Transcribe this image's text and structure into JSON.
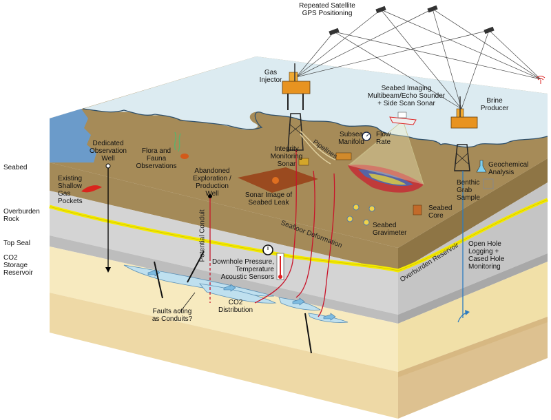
{
  "diagram": {
    "labels": {
      "gps": "Repeated Satellite\nGPS Positioning",
      "gas_injector": "Gas\nInjector",
      "seabed_imaging": "Seabed Imaging\nMultibeam/Echo Sounder\n+ Side Scan Sonar",
      "brine_producer": "Brine\nProducer",
      "subsea_manifold": "Subsea\nManifold",
      "flow_rate": "Flow\nRate",
      "pipelines": "Pipelines",
      "integrity_sonar": "Integrity\nMonitoring\nSonar",
      "observation_well": "Dedicated\nObservation\nWell",
      "flora_fauna": "Flora and\nFauna\nObservations",
      "abandoned_well": "Abandoned\nExploration /\nProduction\nWell",
      "geochemical": "Geochemical\nAnalysis",
      "benthic_grab": "Benthic\nGrab\nSample",
      "shallow_gas": "Existing\nShallow\nGas\nPockets",
      "sonar_image": "Sonar Image of\nSeabed Leak",
      "seabed_core": "Seabed\nCore",
      "seabed_gravimeter": "Seabed\nGravimeter",
      "seafloor_deformation": "Seafloor Deformation",
      "potential_conduit": "Potential Conduit",
      "downhole": "Downhole Pressure,\nTemperature\nAcoustic Sensors",
      "overburden_reservoir": "Overburden Reservoir",
      "open_hole": "Open Hole\nLogging +\nCased Hole\nMonitoring",
      "co2_distribution": "CO2\nDistribution",
      "faults": "Faults acting\nas Conduits?"
    },
    "side_labels": {
      "seabed": "Seabed",
      "overburden_rock": "Overburden\nRock",
      "top_seal": "Top Seal",
      "storage_reservoir": "CO2\nStorage\nReservoir"
    },
    "colors": {
      "sea": "#dcebf2",
      "sea_left": "#7aa6d0",
      "seabed": "#9b8150",
      "overburden": "#d2d2d2",
      "reservoir": "#f5e7b6",
      "deep": "#ecd9a7",
      "base": "#dcc497",
      "yellow_band": "#f4ea00",
      "well_line": "#c8142a",
      "blue_well": "#2d7cc0"
    }
  }
}
